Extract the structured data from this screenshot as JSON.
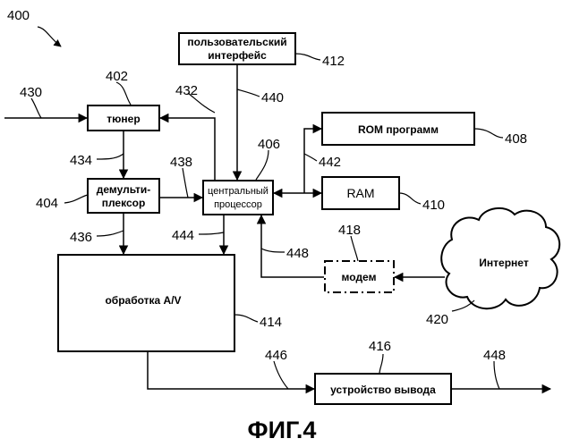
{
  "figure_label": "ФИГ.4",
  "blocks": {
    "tuner": "тюнер",
    "demux_line1": "демульти-",
    "demux_line2": "плексор",
    "ui_line1": "пользовательский",
    "ui_line2": "интерфейс",
    "cpu_line1": "центральный",
    "cpu_line2": "процессор",
    "rom": "ROM программ",
    "ram": "RAM",
    "modem": "модем",
    "internet": "Интернет",
    "av": "обработка A/V",
    "output": "устройство вывода"
  },
  "refs": {
    "r400": "400",
    "r402": "402",
    "r404": "404",
    "r406": "406",
    "r408": "408",
    "r410": "410",
    "r412": "412",
    "r414": "414",
    "r416": "416",
    "r418": "418",
    "r420": "420",
    "r430": "430",
    "r432": "432",
    "r434": "434",
    "r436": "436",
    "r438": "438",
    "r440": "440",
    "r442": "442",
    "r444": "444",
    "r446": "446",
    "r448a": "448",
    "r448b": "448"
  }
}
